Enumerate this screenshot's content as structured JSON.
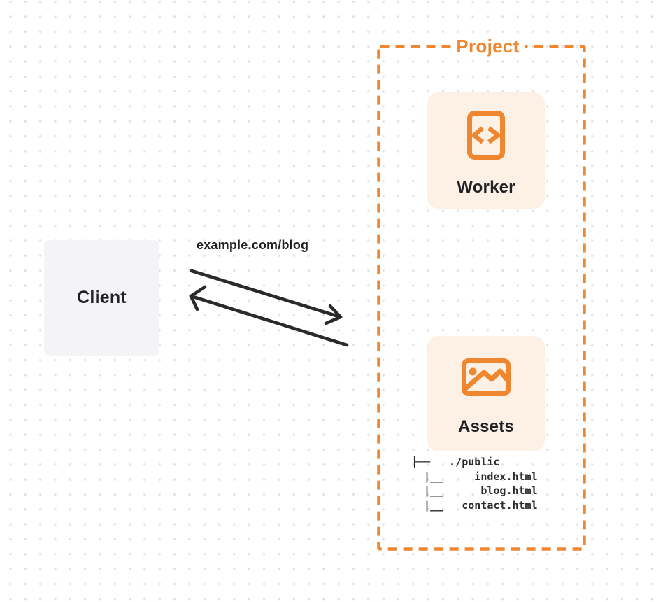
{
  "colors": {
    "background": "#ffffff",
    "dot_grid": "#e2e2e5",
    "orange": "#ef8630",
    "card_background": "#fcf1e4",
    "client_background": "#f4f4f6",
    "text_dark": "#202125",
    "arrow": "#2a2a2c"
  },
  "client": {
    "label": "Client"
  },
  "request": {
    "label": "example.com/blog"
  },
  "project": {
    "label": "Project",
    "nodes": [
      {
        "label": "Worker",
        "icon": "code-document-icon"
      },
      {
        "label": "Assets",
        "icon": "image-icon"
      }
    ],
    "file_tree_text": "├──   ./public\n  |__     index.html\n  |__      blog.html\n  |__   contact.html"
  }
}
